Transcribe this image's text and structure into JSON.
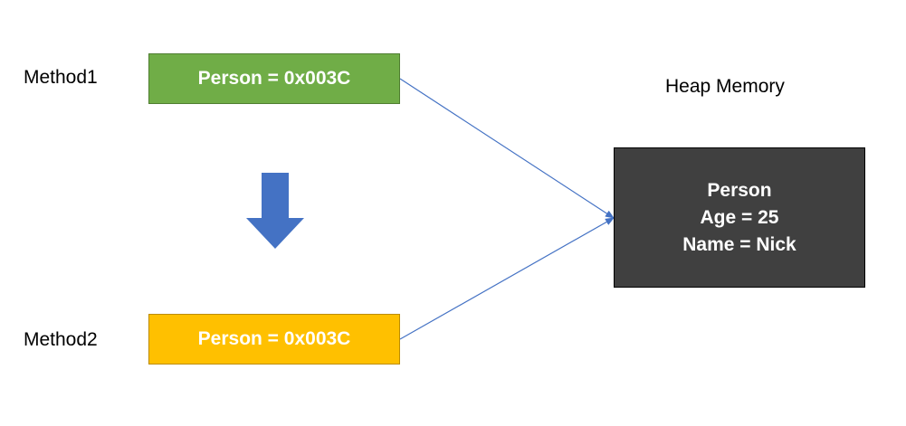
{
  "method1": {
    "label": "Method1",
    "reference": "Person = 0x003C",
    "color": "#70ad47",
    "border": "#507e32"
  },
  "method2": {
    "label": "Method2",
    "reference": "Person = 0x003C",
    "color": "#ffc000",
    "border": "#bc8c00"
  },
  "heap": {
    "title": "Heap Memory",
    "object": {
      "type": "Person",
      "age": "Age = 25",
      "name": "Name = Nick"
    },
    "color": "#404040",
    "border": "#000000"
  },
  "arrow_color": "#4472c4",
  "connector_color": "#4472c4"
}
